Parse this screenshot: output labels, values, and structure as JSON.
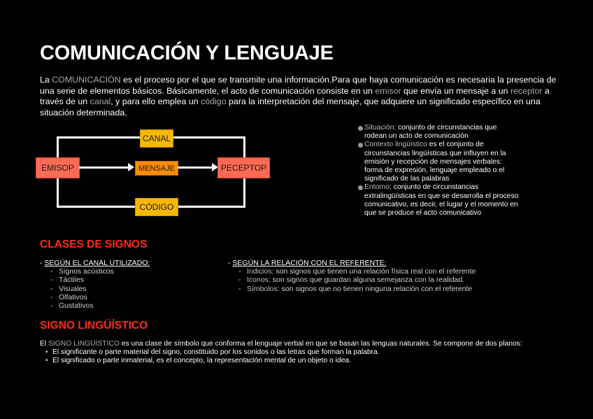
{
  "title": "COMUNICACIÓN Y LENGUAJE",
  "intro": {
    "parts": [
      {
        "text": "La ",
        "hl": false
      },
      {
        "text": "COMUNICACIÓN",
        "hl": true
      },
      {
        "text": " es el proceso por el que se transmite una información.Para que haya comunicación es necesaria la presencia de una serie de elementos básicos. Básicamente, el acto de comunicación consiste en un ",
        "hl": false
      },
      {
        "text": "emisor",
        "hl": true
      },
      {
        "text": " que envía un mensaje a un ",
        "hl": false
      },
      {
        "text": "receptor",
        "hl": true
      },
      {
        "text": " a través de un ",
        "hl": false
      },
      {
        "text": "canal",
        "hl": true
      },
      {
        "text": ", y para ello emplea un ",
        "hl": false
      },
      {
        "text": "código",
        "hl": true
      },
      {
        "text": " para la interpretación del mensaje, que adquiere un significado específico en una situación determinada.",
        "hl": false
      }
    ]
  },
  "diagram": {
    "emisor": "EMISOP",
    "canal": "CANAL",
    "mensaje": "MENSAJE",
    "codigo": "CÓDIGO",
    "receptor": "PECEPTOP",
    "colors": {
      "sender_receiver": "#ff6a55",
      "canal_codigo": "#f8b800",
      "mensaje": "#ff8c00"
    }
  },
  "context_list": [
    {
      "term": "Situación",
      "text": ": conjunto de circunstancias que rodean un acto de comunicación"
    },
    {
      "term": "Contexto lingüístico",
      "text": " es el conjunto de circunstancias lingüísticas que influyen en la emisión y recepción de mensajes verbales: forma de expresión, lenguaje empleado o el significado de las palabras"
    },
    {
      "term": "Entorno",
      "text": ": conjunto de circunstancias extralingüísticas en que se desarrolla el proceso comunicativo, es decir, el lugar y el momento en que se produce el acto comunicativo"
    }
  ],
  "clases": {
    "heading": "CLASES DE SIGNOS",
    "canal": {
      "heading": "SEGÚN EL CANAL UTILIZADO:",
      "items": [
        "Signos acústicos",
        "Táctiles",
        "Visuales",
        "Olfativos",
        "Gustativos"
      ]
    },
    "referente": {
      "heading": "SEGÚN LA RELACIÓN CON EL REFERENTE:",
      "items": [
        {
          "term": "Indicios",
          "text": ": son signos que tienen una relación física real con el referente"
        },
        {
          "term": "Iconos",
          "text": ": son signos que guardan alguna semejanza con la realidad."
        },
        {
          "term": "Símbolos",
          "text": ": son signos que no tienen ninguna relación con el referente"
        }
      ]
    }
  },
  "signo": {
    "heading": "SIGNO LINGÜÍSTICO",
    "intro_pre": "El ",
    "intro_term": "SIGNO LINGÜÍSTICO",
    "intro_post": " es una clase de símbolo que conforma el lenguaje verbal en que se basan las lenguas naturales. Se compone de dos planos:",
    "items": [
      "El significante o parte material del signo, constituido por los sonidos o las letras que forman la palabra.",
      "El significado o parte inmaterial, es el concepto, la representación mental de un objeto o idea."
    ]
  }
}
